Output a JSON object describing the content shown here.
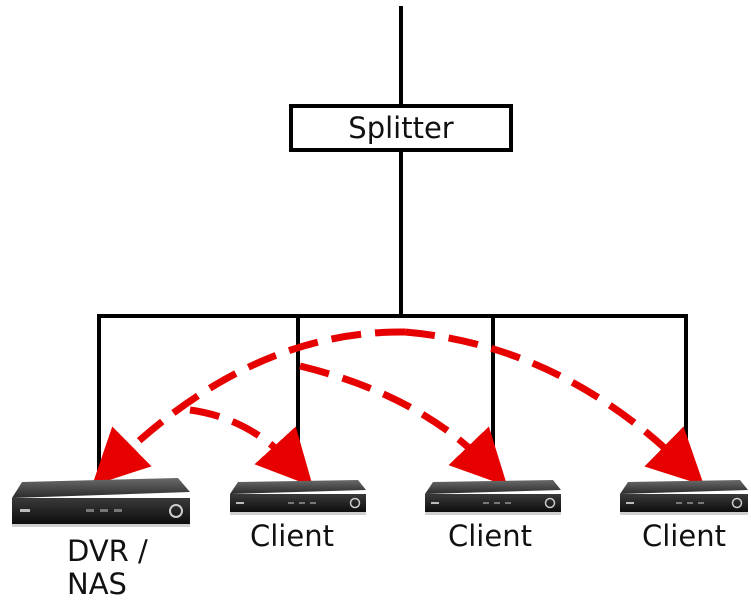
{
  "diagram": {
    "splitter_label": "Splitter",
    "devices": [
      {
        "id": "dvr",
        "label_line1": "DVR /",
        "label_line2": "NAS"
      },
      {
        "id": "client1",
        "label": "Client"
      },
      {
        "id": "client2",
        "label": "Client"
      },
      {
        "id": "client3",
        "label": "Client"
      }
    ],
    "colors": {
      "wire": "#000000",
      "flow_arrow": "#e60000",
      "device_body": "#1e1e1e"
    }
  }
}
